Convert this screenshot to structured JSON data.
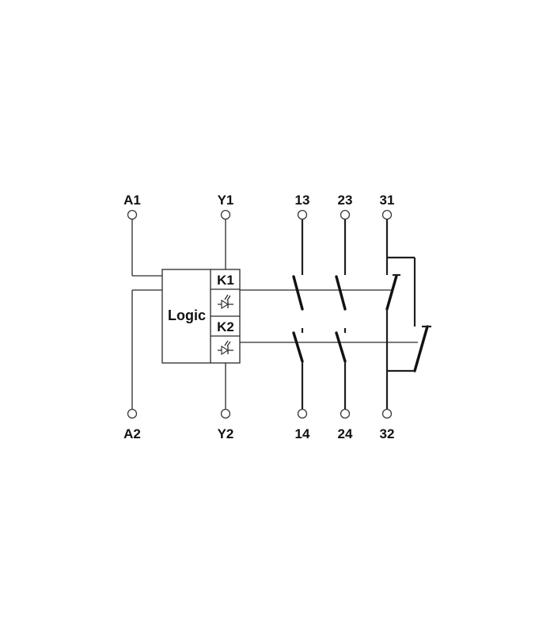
{
  "terminals": {
    "a1": "A1",
    "a2": "A2",
    "y1": "Y1",
    "y2": "Y2",
    "t13": "13",
    "t14": "14",
    "t23": "23",
    "t24": "24",
    "t31": "31",
    "t32": "32"
  },
  "block": {
    "logic": "Logic",
    "relay_k1": "K1",
    "relay_k2": "K2"
  }
}
